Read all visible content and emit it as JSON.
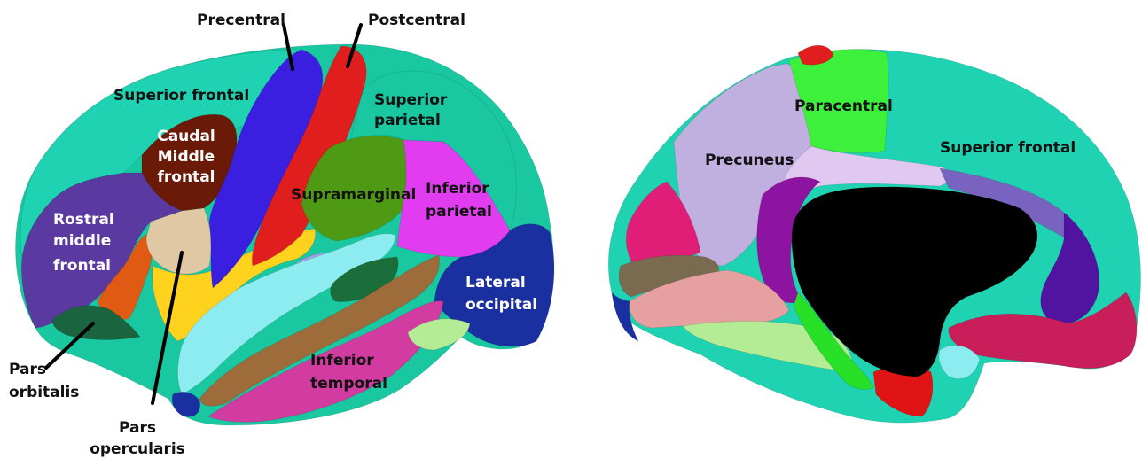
{
  "figure": {
    "lateral_view": {
      "labels": {
        "precentral": "Precentral",
        "postcentral": "Postcentral",
        "superior_frontal": "Superior frontal",
        "caudal_middle_frontal": [
          "Caudal",
          "Middle",
          "frontal"
        ],
        "superior_parietal": [
          "Superior",
          "parietal"
        ],
        "supramarginal": "Supramarginal",
        "inferior_parietal": [
          "Inferior",
          "parietal"
        ],
        "rostral_middle_frontal": [
          "Rostral",
          "middle",
          "frontal"
        ],
        "lateral_occipital": [
          "Lateral",
          "occipital"
        ],
        "inferior_temporal": [
          "Inferior",
          "temporal"
        ],
        "pars_orbitalis": [
          "Pars",
          "orbitalis"
        ],
        "pars_opercularis": [
          "Pars",
          "opercularis"
        ]
      }
    },
    "medial_view": {
      "labels": {
        "paracentral": "Paracentral",
        "precuneus": "Precuneus",
        "superior_frontal": "Superior frontal"
      }
    }
  },
  "colors": {
    "superior_frontal": "#1fd3b2",
    "precentral": "#3a1fe0",
    "postcentral": "#e01e1e",
    "caudal_middle_frontal": "#6b1a08",
    "rostral_middle_frontal": "#5a3aa0",
    "pars_opercularis": "#e1c8a5",
    "pars_triangularis": "#e05a14",
    "pars_orbitalis": "#1a6440",
    "superior_parietal": "#19c8a0",
    "supramarginal": "#4f9a14",
    "inferior_parietal": "#e23cf0",
    "lateral_occipital": "#1a2fa0",
    "superior_temporal": "#8cecf0",
    "middle_temporal": "#9e6b3a",
    "inferior_temporal": "#d23ca0",
    "insula": "#ffd21e",
    "transverse_temporal": "#a0a0e6",
    "bankssts": "#1a6e3a",
    "paracentral": "#3cf03c",
    "precuneus": "#c0b0e0",
    "posterior_cingulate": "#e0c8f0",
    "isthmus_cingulate": "#8c14a0",
    "cuneus": "#e01e78",
    "lingual": "#e6a0a0",
    "pericalcarine": "#7a6a50",
    "fusiform": "#b4ec96",
    "parahippocampal": "#28e028",
    "entorhinal": "#e01414",
    "medial_orbitofrontal": "#c81e5a",
    "rostral_anterior_cingulate": "#5014a0",
    "caudal_anterior_cingulate": "#7864c0",
    "medial_wall": "#000000"
  }
}
